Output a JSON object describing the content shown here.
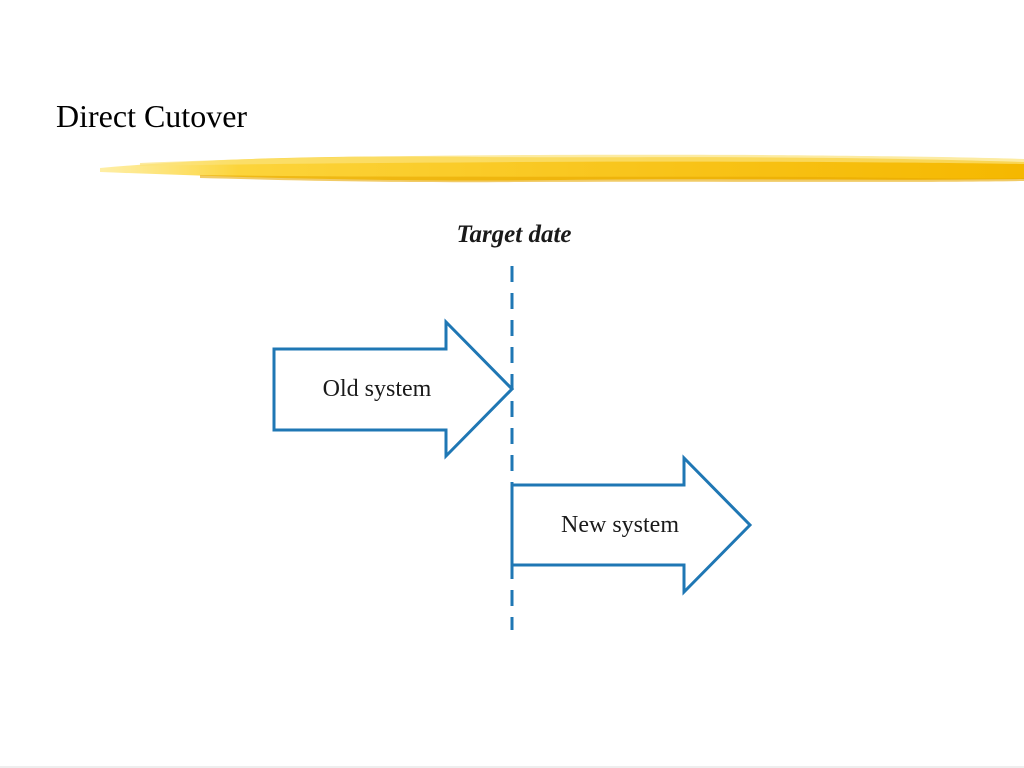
{
  "slide": {
    "title": "Direct Cutover"
  },
  "diagram": {
    "target_label": "Target date",
    "old_label": "Old system",
    "new_label": "New system"
  },
  "colors": {
    "arrow_stroke": "#1f77b4",
    "divider": "#1f77b4",
    "brush_light": "#fde36a",
    "brush_dark": "#f5b800"
  }
}
